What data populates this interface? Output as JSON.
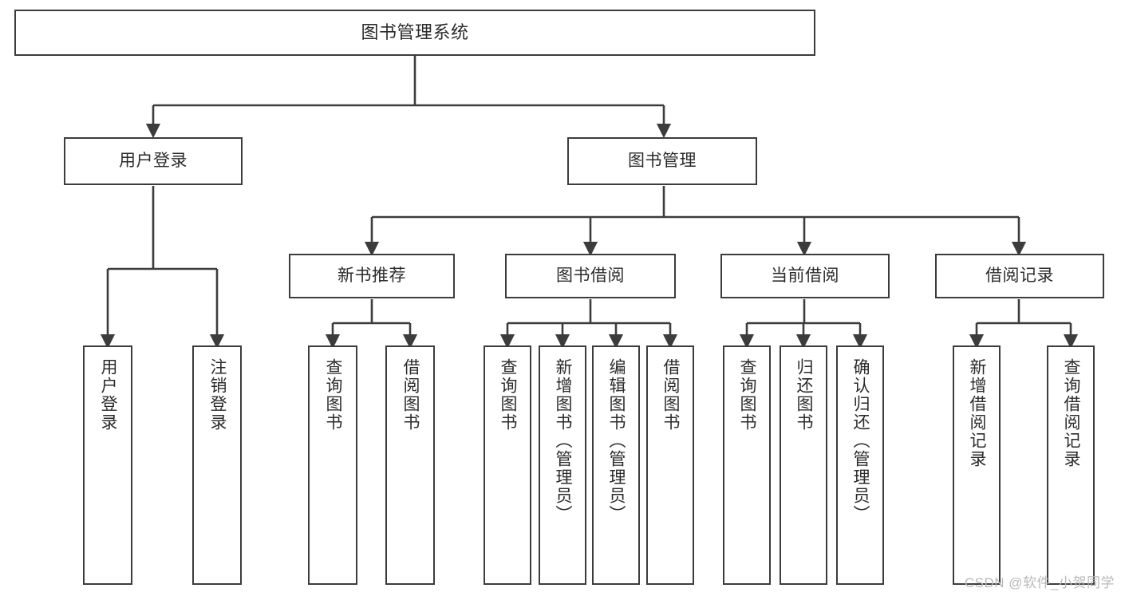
{
  "diagram": {
    "title": "图书管理系统",
    "type": "tree",
    "stroke_color": "#3c3c3c",
    "text_color": "#2b2b2b",
    "background_color": "#ffffff",
    "watermark": "CSDN @软件_小贺同学"
  },
  "nodes": {
    "root": {
      "label": "图书管理系统"
    },
    "level2": [
      {
        "label": "用户登录"
      },
      {
        "label": "图书管理"
      }
    ],
    "level3": [
      {
        "label": "新书推荐"
      },
      {
        "label": "图书借阅"
      },
      {
        "label": "当前借阅"
      },
      {
        "label": "借阅记录"
      }
    ],
    "leaves": {
      "user_login": [
        {
          "label": "用户登录"
        },
        {
          "label": "注销登录"
        }
      ],
      "new_book_recommend": [
        {
          "label": "查询图书"
        },
        {
          "label": "借阅图书"
        }
      ],
      "book_borrow": [
        {
          "label": "查询图书"
        },
        {
          "label": "新增图书（管理员）"
        },
        {
          "label": "编辑图书（管理员）"
        },
        {
          "label": "借阅图书"
        }
      ],
      "current_borrow": [
        {
          "label": "查询图书"
        },
        {
          "label": "归还图书"
        },
        {
          "label": "确认归还（管理员）"
        }
      ],
      "borrow_record": [
        {
          "label": "新增借阅记录"
        },
        {
          "label": "查询借阅记录"
        }
      ]
    }
  }
}
